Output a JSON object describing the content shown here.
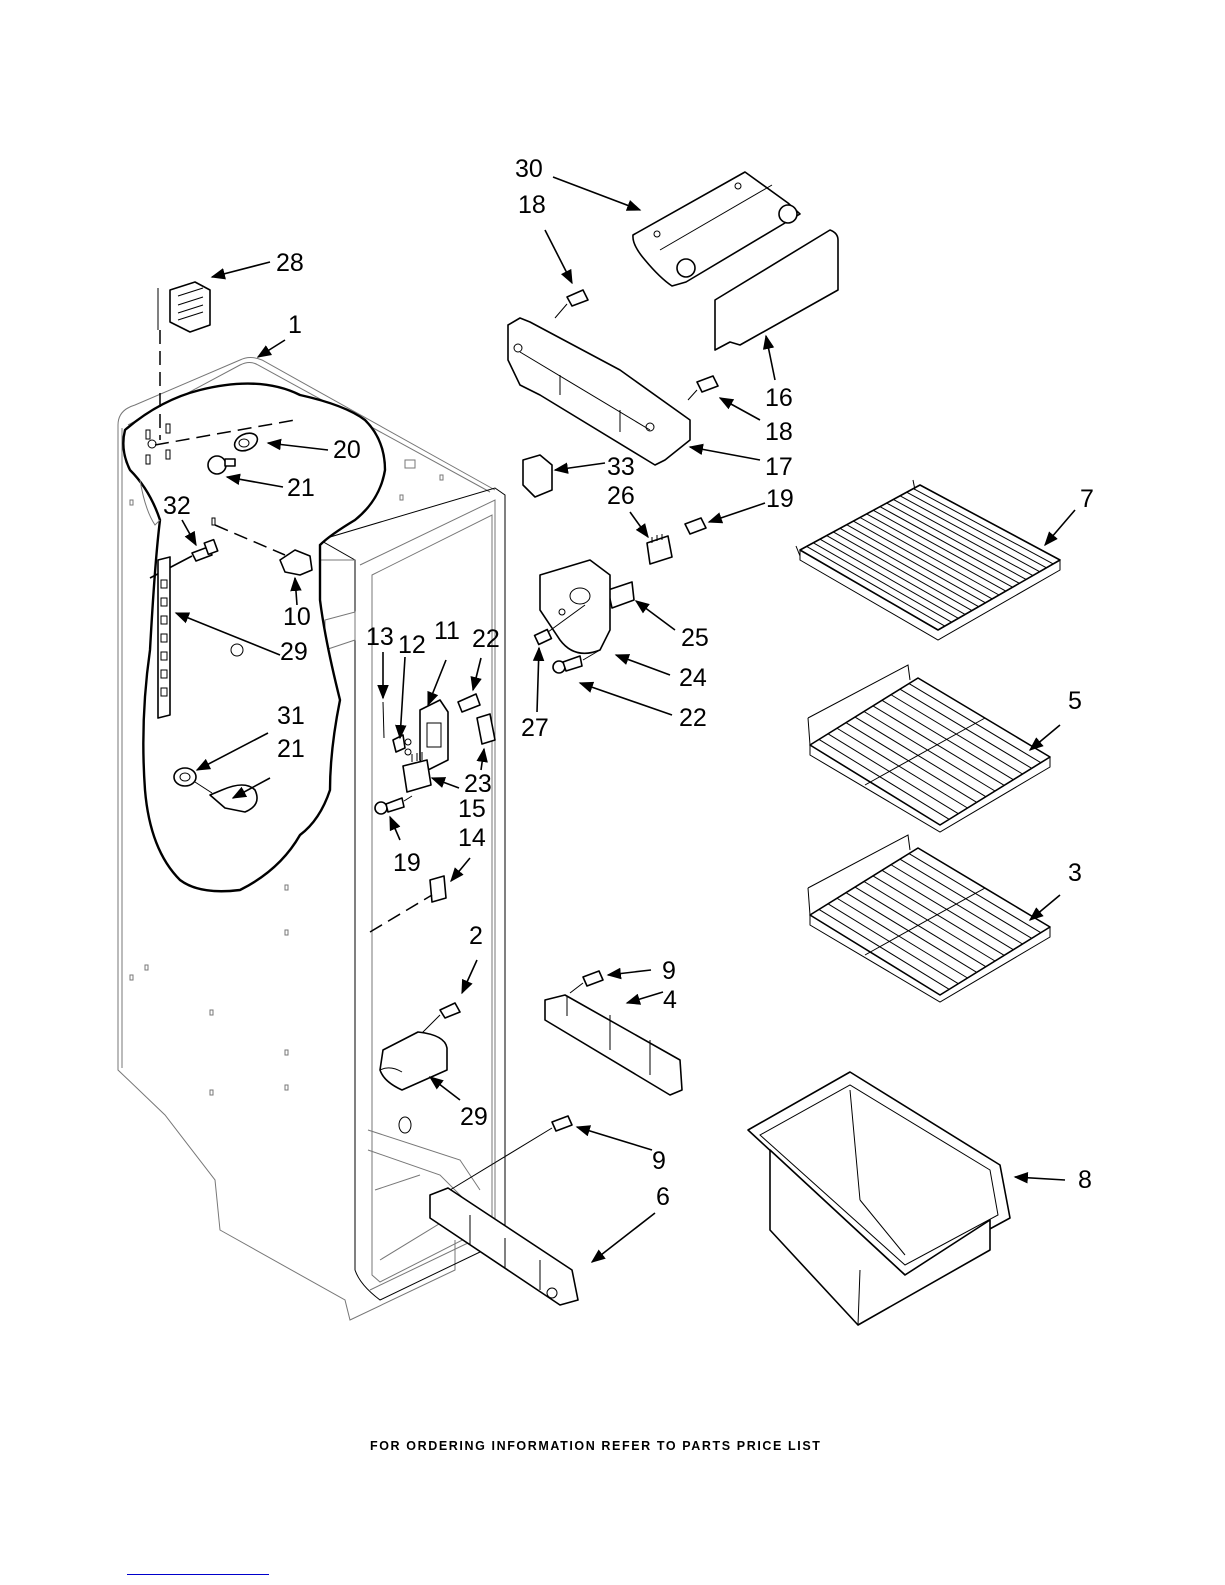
{
  "diagram": {
    "title": "Refrigerator Liner Parts",
    "footer_note": "FOR ORDERING INFORMATION REFER TO PARTS PRICE LIST",
    "callouts": [
      {
        "id": "c30",
        "label": "30"
      },
      {
        "id": "c18a",
        "label": "18"
      },
      {
        "id": "c28",
        "label": "28"
      },
      {
        "id": "c1",
        "label": "1"
      },
      {
        "id": "c16",
        "label": "16"
      },
      {
        "id": "c18b",
        "label": "18"
      },
      {
        "id": "c20",
        "label": "20"
      },
      {
        "id": "c17",
        "label": "17"
      },
      {
        "id": "c21a",
        "label": "21"
      },
      {
        "id": "c33",
        "label": "33"
      },
      {
        "id": "c26",
        "label": "26"
      },
      {
        "id": "c19a",
        "label": "19"
      },
      {
        "id": "c7",
        "label": "7"
      },
      {
        "id": "c32",
        "label": "32"
      },
      {
        "id": "c10",
        "label": "10"
      },
      {
        "id": "c13",
        "label": "13"
      },
      {
        "id": "c12",
        "label": "12"
      },
      {
        "id": "c11",
        "label": "11"
      },
      {
        "id": "c22a",
        "label": "22"
      },
      {
        "id": "c25",
        "label": "25"
      },
      {
        "id": "c29a",
        "label": "29"
      },
      {
        "id": "c24",
        "label": "24"
      },
      {
        "id": "c5",
        "label": "5"
      },
      {
        "id": "c27",
        "label": "27"
      },
      {
        "id": "c22b",
        "label": "22"
      },
      {
        "id": "c31",
        "label": "31"
      },
      {
        "id": "c21b",
        "label": "21"
      },
      {
        "id": "c23",
        "label": "23"
      },
      {
        "id": "c15",
        "label": "15"
      },
      {
        "id": "c19b",
        "label": "19"
      },
      {
        "id": "c14",
        "label": "14"
      },
      {
        "id": "c3",
        "label": "3"
      },
      {
        "id": "c2",
        "label": "2"
      },
      {
        "id": "c9a",
        "label": "9"
      },
      {
        "id": "c4",
        "label": "4"
      },
      {
        "id": "c29b",
        "label": "29"
      },
      {
        "id": "c9b",
        "label": "9"
      },
      {
        "id": "c8",
        "label": "8"
      },
      {
        "id": "c6",
        "label": "6"
      }
    ]
  }
}
